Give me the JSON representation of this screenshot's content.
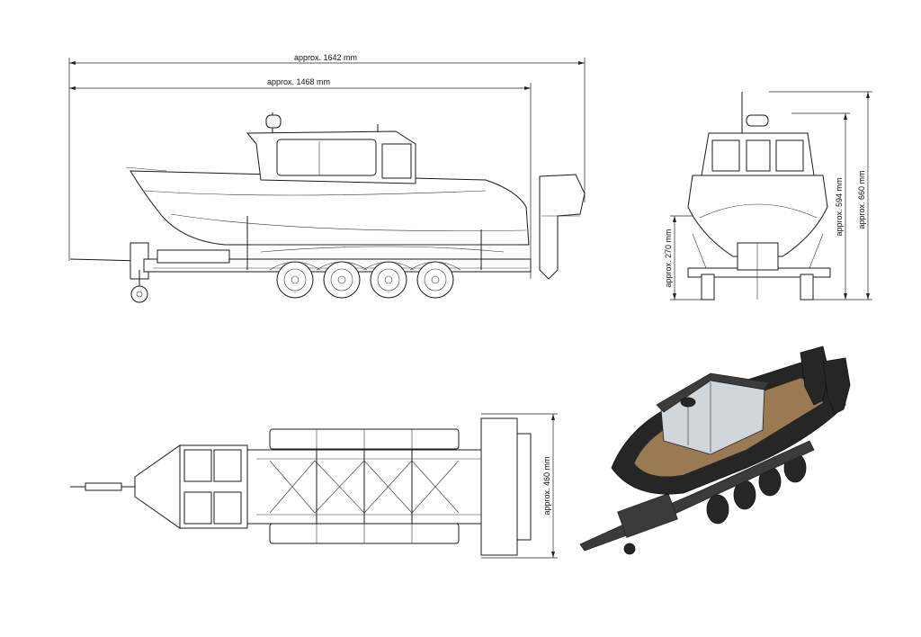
{
  "dimensions": {
    "overall_length": "approx. 1642 mm",
    "boat_length": "approx. 1468 mm",
    "total_height": "approx. 660 mm",
    "cabin_height": "approx. 594 mm",
    "hull_height": "approx. 270 mm",
    "trailer_width": "approx. 460 mm"
  },
  "colors": {
    "line": "#1a1a1a",
    "hull_dark": "#3b3b3b",
    "deck_wood": "#9a7a52",
    "cabin_glass": "#cfd6dc"
  }
}
